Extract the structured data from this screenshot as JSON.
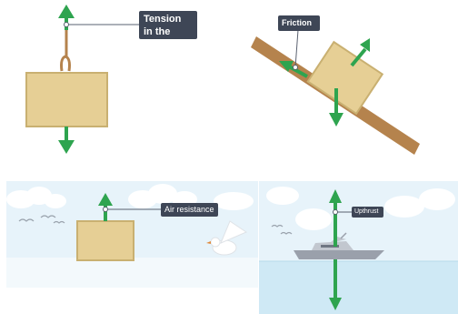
{
  "diagrams": {
    "rope": {
      "label": "Tension in the rope"
    },
    "slope": {
      "label": "Friction"
    },
    "air": {
      "label": "Air resistance"
    },
    "water": {
      "label": "Upthrust"
    }
  },
  "colors": {
    "arrow": "#2ea44f",
    "block": "#e6cf95",
    "block_border": "#c9b071",
    "plank": "#b5834d",
    "label_bg": "#3e4656",
    "sky": "#e7f3fa",
    "water": "#cfe9f5",
    "boat": "#9aa0ab"
  }
}
